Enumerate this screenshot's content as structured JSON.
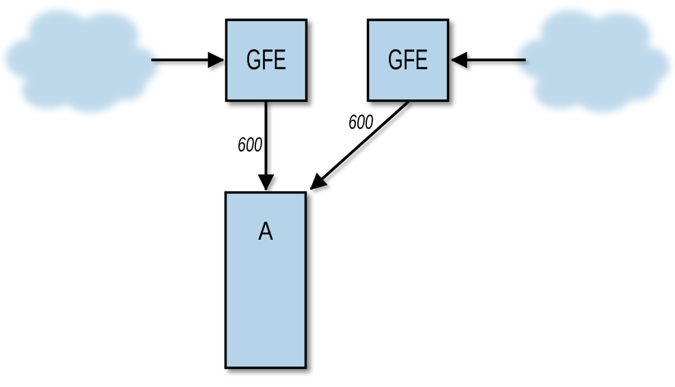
{
  "colors": {
    "node_fill": "#b5d4e9",
    "cloud_fill": "#bfd9ec",
    "stroke": "#000000",
    "background": "#ffffff"
  },
  "nodes": {
    "gfe_left": {
      "label": "GFE"
    },
    "gfe_right": {
      "label": "GFE"
    },
    "backend_a": {
      "label": "A"
    }
  },
  "edges": {
    "gfe_left_to_a": {
      "label": "600"
    },
    "gfe_right_to_a": {
      "label": "600"
    }
  },
  "icons": {
    "cloud_left": "cloud-icon",
    "cloud_right": "cloud-icon"
  }
}
